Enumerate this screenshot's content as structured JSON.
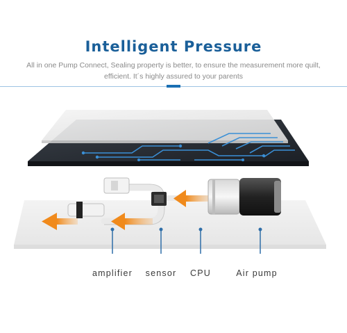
{
  "header": {
    "title": "Intelligent Pressure",
    "subtitle_line1": "All in one Pump Connect, Sealing property is better, to ensure the measurement more quilt,",
    "subtitle_line2": "efficient. It´s highly assured to your parents"
  },
  "labels": {
    "amplifier": "amplifier",
    "sensor": "sensor",
    "cpu": "CPU",
    "air_pump": "Air pump"
  },
  "colors": {
    "title": "#1a5f99",
    "accent": "#1a6fb3",
    "arrow": "#f08a1c",
    "board": "#2a2f36",
    "circuit": "#3a8fd6"
  }
}
